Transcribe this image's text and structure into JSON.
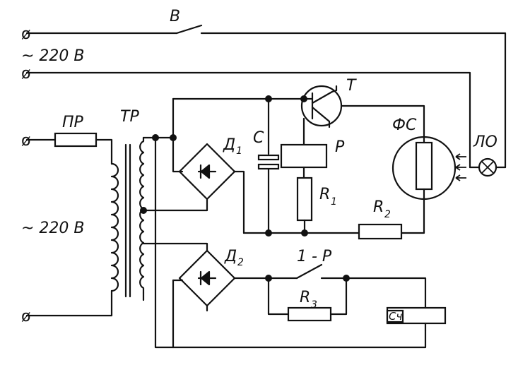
{
  "labels": {
    "switch_v": "В",
    "supply_top": "~ 220 В",
    "fuse": "ПР",
    "transformer": "ТР",
    "supply_left": "~ 220 В",
    "diode_bridge_1": "Д",
    "diode_bridge_1_sub": "1",
    "capacitor": "С",
    "relay": "Р",
    "transistor": "Т",
    "resistor_1": "R",
    "resistor_1_sub": "1",
    "resistor_2": "R",
    "resistor_2_sub": "2",
    "photoresistor": "ФС",
    "lamp": "ЛО",
    "diode_bridge_2": "Д",
    "diode_bridge_2_sub": "2",
    "relay_contact": "1 - Р",
    "resistor_3": "R",
    "resistor_3_sub": "3",
    "load": "Сч",
    "terminal_symbol": "ø"
  }
}
